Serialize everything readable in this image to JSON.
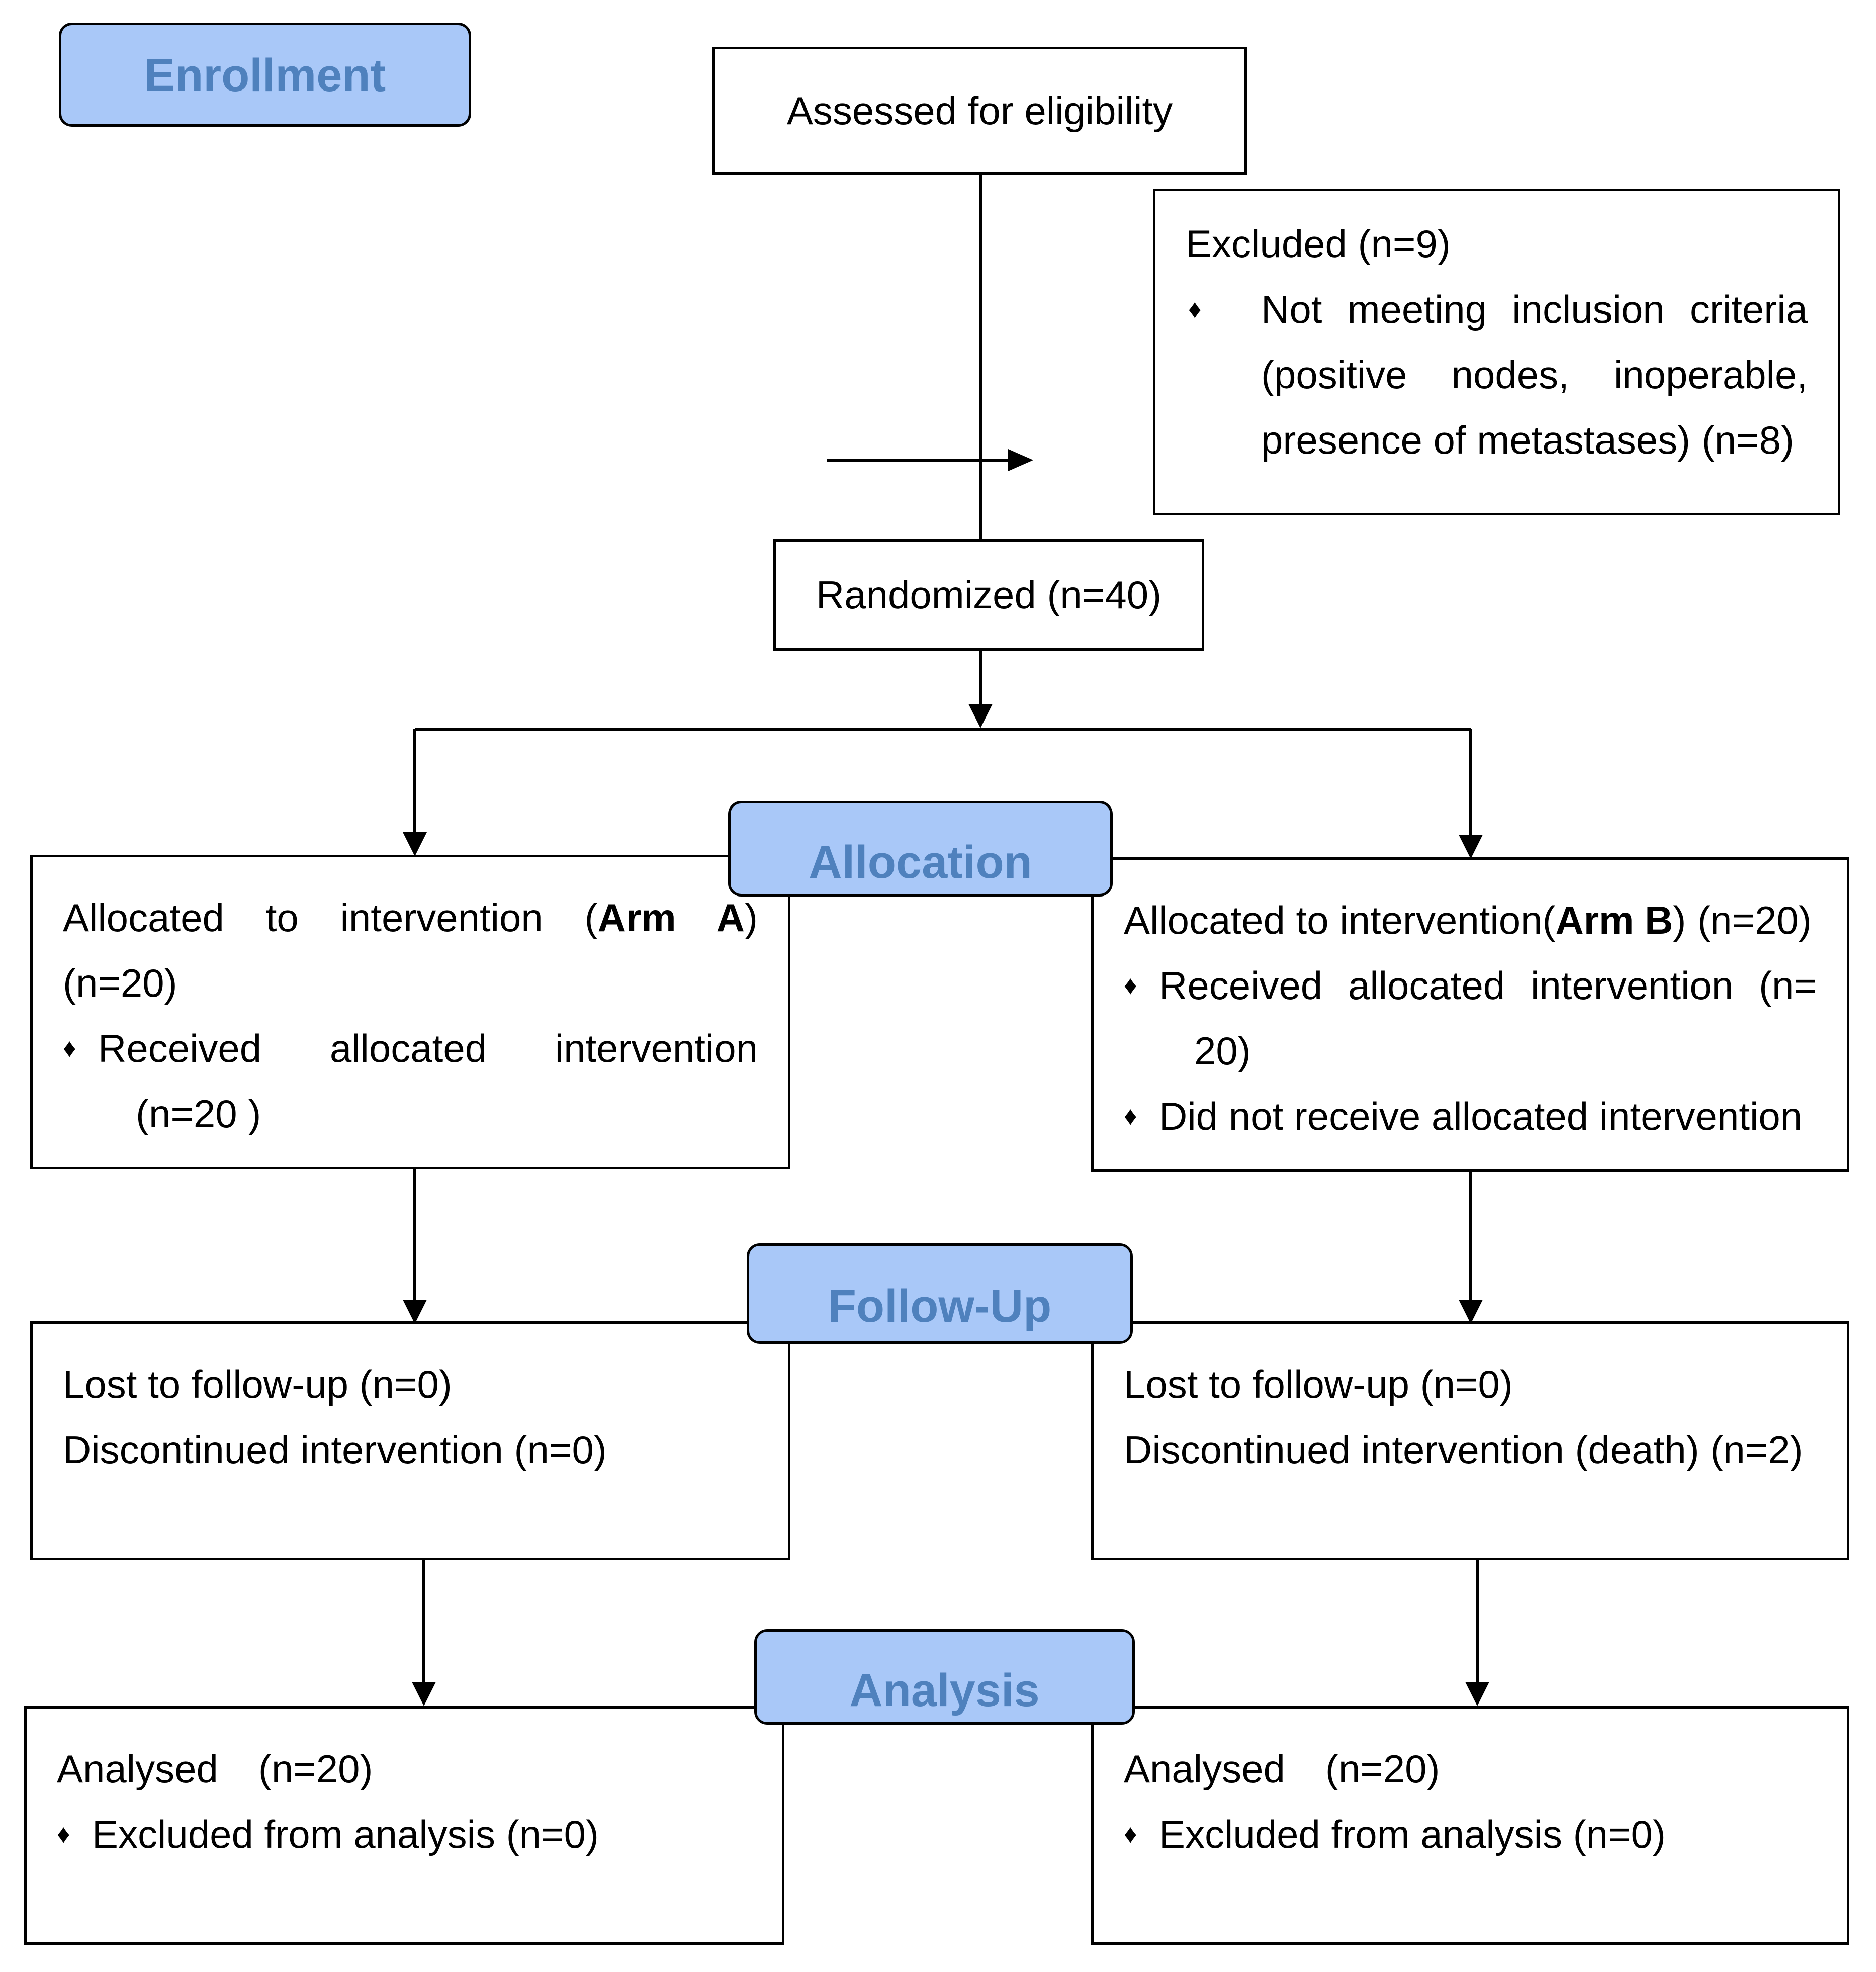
{
  "stages": {
    "enrollment": "Enrollment",
    "allocation": "Allocation",
    "follow_up": "Follow-Up",
    "analysis": "Analysis"
  },
  "bullet_glyph": "♦",
  "assessed": {
    "label": "Assessed for eligibility"
  },
  "excluded": {
    "title": "Excluded (n=9)",
    "line1": "Not meeting inclusion criteria",
    "line2_a": "(positive",
    "line2_b": "nodes,",
    "line2_c": "inoperable,",
    "line3": "presence of metastases) (n=8)"
  },
  "randomized": {
    "label": "Randomized (n=40)"
  },
  "arm_a_alloc": {
    "w1": "Allocated",
    "w2": "to",
    "w3": "intervention",
    "w4_open": "(",
    "arm_word": "Arm",
    "arm_letter": "A",
    "w4_close": ")",
    "n": "(n=20)",
    "rec1": "Received",
    "rec2": "allocated",
    "rec3": "intervention",
    "rec_n": "(n=20 )"
  },
  "arm_b_alloc": {
    "prefix": "Allocated to intervention(",
    "arm": "Arm B",
    "suffix": ") (n=20)",
    "rec1": "Received",
    "rec2": "allocated",
    "rec3": "intervention",
    "rec4": "(n=",
    "rec_n": "20)",
    "not_rec": "Did not receive allocated intervention"
  },
  "arm_a_follow": {
    "lost": "Lost to follow-up (n=0)",
    "disc": "Discontinued intervention (n=0)"
  },
  "arm_b_follow": {
    "lost": "Lost to follow-up (n=0)",
    "disc": "Discontinued intervention (death) (n=2)"
  },
  "arm_a_analysis": {
    "analysed": "Analysed",
    "n": "(n=20)",
    "excluded": "Excluded from analysis (n=0)"
  },
  "arm_b_analysis": {
    "analysed": "Analysed",
    "n": "(n=20)",
    "excluded": "Excluded from analysis (n=0)"
  }
}
